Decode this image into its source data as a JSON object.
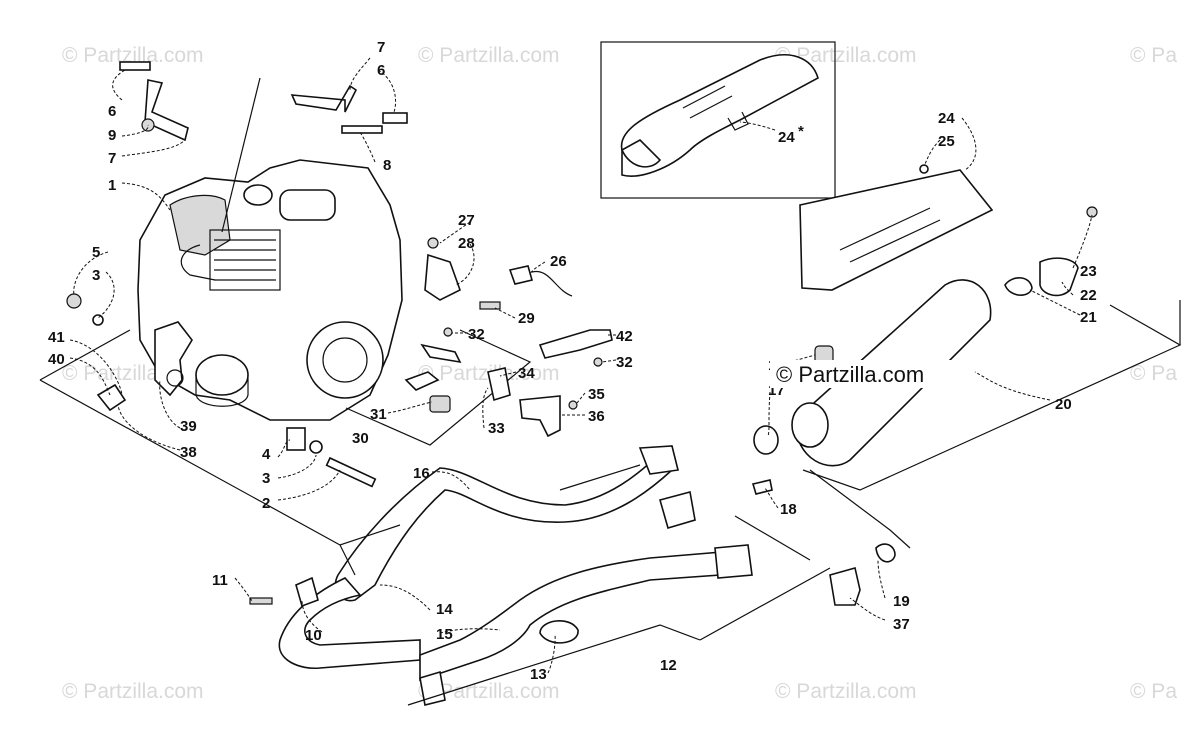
{
  "watermark": {
    "main_text": "© Partzilla.com",
    "faint_text": "© Partzilla.com",
    "faint_text_cut": "© Pa"
  },
  "callouts": {
    "c1": "1",
    "c2": "2",
    "c3a": "3",
    "c3b": "3",
    "c4": "4",
    "c5": "5",
    "c6a": "6",
    "c6b": "6",
    "c7a": "7",
    "c7b": "7",
    "c8": "8",
    "c9": "9",
    "c10": "10",
    "c11": "11",
    "c12": "12",
    "c13": "13",
    "c14": "14",
    "c15": "15",
    "c16": "16",
    "c17": "17",
    "c18": "18",
    "c18b": "18",
    "c19": "19",
    "c20": "20",
    "c21": "21",
    "c22": "22",
    "c23": "23",
    "c24a": "24",
    "c24b": "24",
    "c24b_mark": "*",
    "c25": "25",
    "c26": "26",
    "c27": "27",
    "c28": "28",
    "c29": "29",
    "c30": "30",
    "c31": "31",
    "c32a": "32",
    "c32b": "32",
    "c33": "33",
    "c34": "34",
    "c35": "35",
    "c36": "36",
    "c37": "37",
    "c38": "38",
    "c39": "39",
    "c40": "40",
    "c41": "41",
    "c42": "42"
  },
  "colors": {
    "line": "#111111",
    "watermark": "#d8d8d8",
    "background": "#ffffff"
  }
}
